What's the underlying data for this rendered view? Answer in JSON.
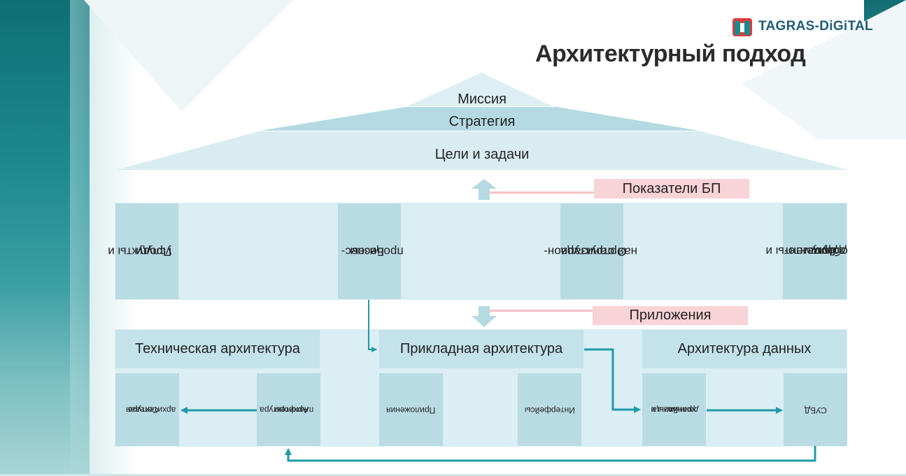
{
  "header": {
    "title": "Архитектурный подход",
    "logo_text": "TAGRAS-DiGiTAL"
  },
  "roof": {
    "mission": "Миссия",
    "strategy": "Стратегия",
    "goals": "Цели и задачи"
  },
  "indicators_label": "Показатели БП",
  "applications_label": "Приложения",
  "business_layer": [
    {
      "line1": "Продукты и",
      "line2": "услуги"
    },
    {
      "line1": "Бизнес-",
      "line2": "процессы"
    },
    {
      "line1": "Организацион-",
      "line2": "ная структура"
    },
    {
      "line1": "Документы и",
      "line2": "документо-",
      "line3": "оборот"
    }
  ],
  "architectures": {
    "technical": {
      "title": "Техническая архитектура",
      "items": [
        {
          "line1": "Сетевая",
          "line2": "архитектура"
        },
        {
          "line1": "Архитектура",
          "line2": "платформ"
        }
      ]
    },
    "applied": {
      "title": "Прикладная архитектура",
      "items": [
        {
          "line1": "Приложения"
        },
        {
          "line1": "Интерфейсы"
        }
      ]
    },
    "data": {
      "title": "Архитектура данных",
      "items": [
        {
          "line1": "Базы и",
          "line2": "хранилища",
          "line3": "данных"
        },
        {
          "line1": "СУБД"
        }
      ]
    }
  },
  "colors": {
    "accent_teal": "#1f9aa8",
    "pillar": "#b9dbe4",
    "light": "#daeef3",
    "pink": "#f8d3d8",
    "text": "#222222"
  }
}
